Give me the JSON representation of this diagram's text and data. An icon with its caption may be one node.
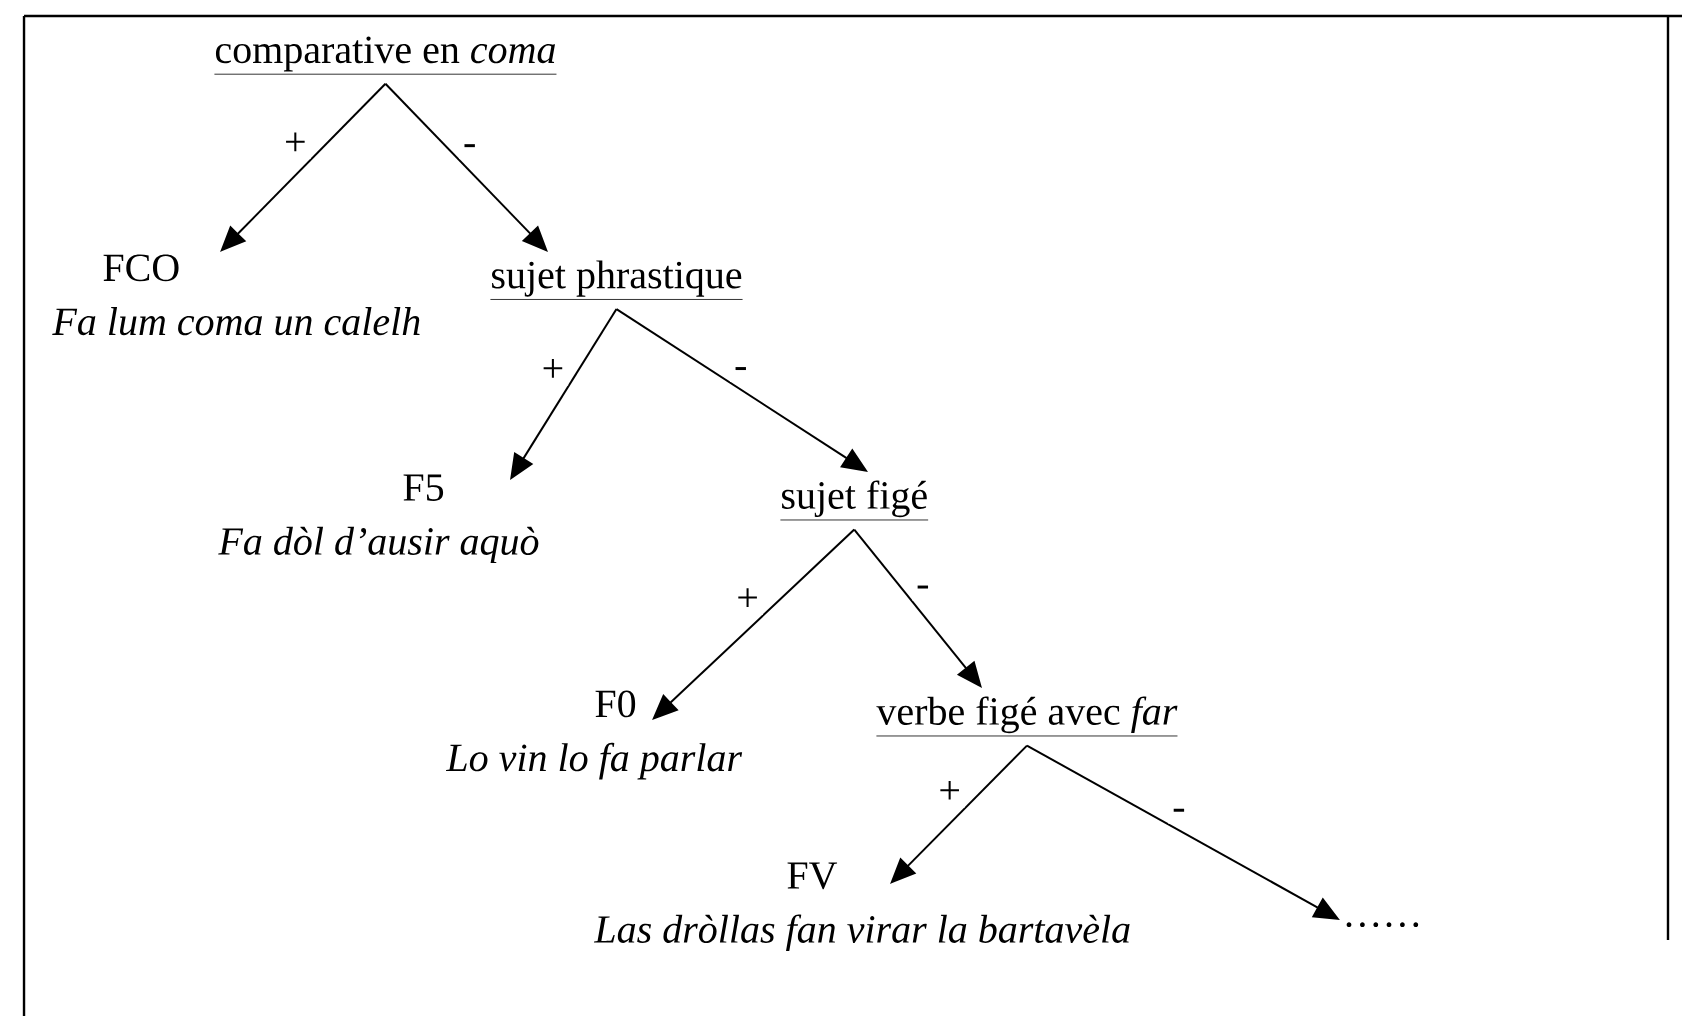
{
  "diagram": {
    "nodes": [
      {
        "text": [
          "comparative en *coma*"
        ]
      },
      {
        "text": [
          "FCO",
          "Fa lum coma un calelh"
        ]
      },
      {
        "text": [
          "sujet phrastique"
        ]
      },
      {
        "text": [
          "F5",
          "Fa dòl d’ausir aquò"
        ]
      },
      {
        "text": [
          "sujet figé"
        ]
      },
      {
        "text": [
          "F0",
          "Lo vin lo fa parlar"
        ]
      },
      {
        "text": [
          "verbe figé avec *far*"
        ]
      },
      {
        "text": [
          "FV",
          "Las dròllas fan virar la bartavèla"
        ]
      },
      {
        "text": [
          "……"
        ]
      }
    ],
    "edges": [
      {
        "from": 0,
        "to": 1,
        "arrow": "to",
        "label": "+"
      },
      {
        "from": 0,
        "to": 2,
        "arrow": "to",
        "label": "-"
      },
      {
        "from": 2,
        "to": 3,
        "arrow": "to",
        "label": "+"
      },
      {
        "from": 2,
        "to": 4,
        "arrow": "to",
        "label": "-"
      },
      {
        "from": 4,
        "to": 5,
        "arrow": "to",
        "label": "+"
      },
      {
        "from": 4,
        "to": 6,
        "arrow": "to",
        "label": "-"
      },
      {
        "from": 6,
        "to": 7,
        "arrow": "to",
        "label": "+"
      },
      {
        "from": 6,
        "to": 8,
        "arrow": "to",
        "label": "-"
      }
    ]
  }
}
